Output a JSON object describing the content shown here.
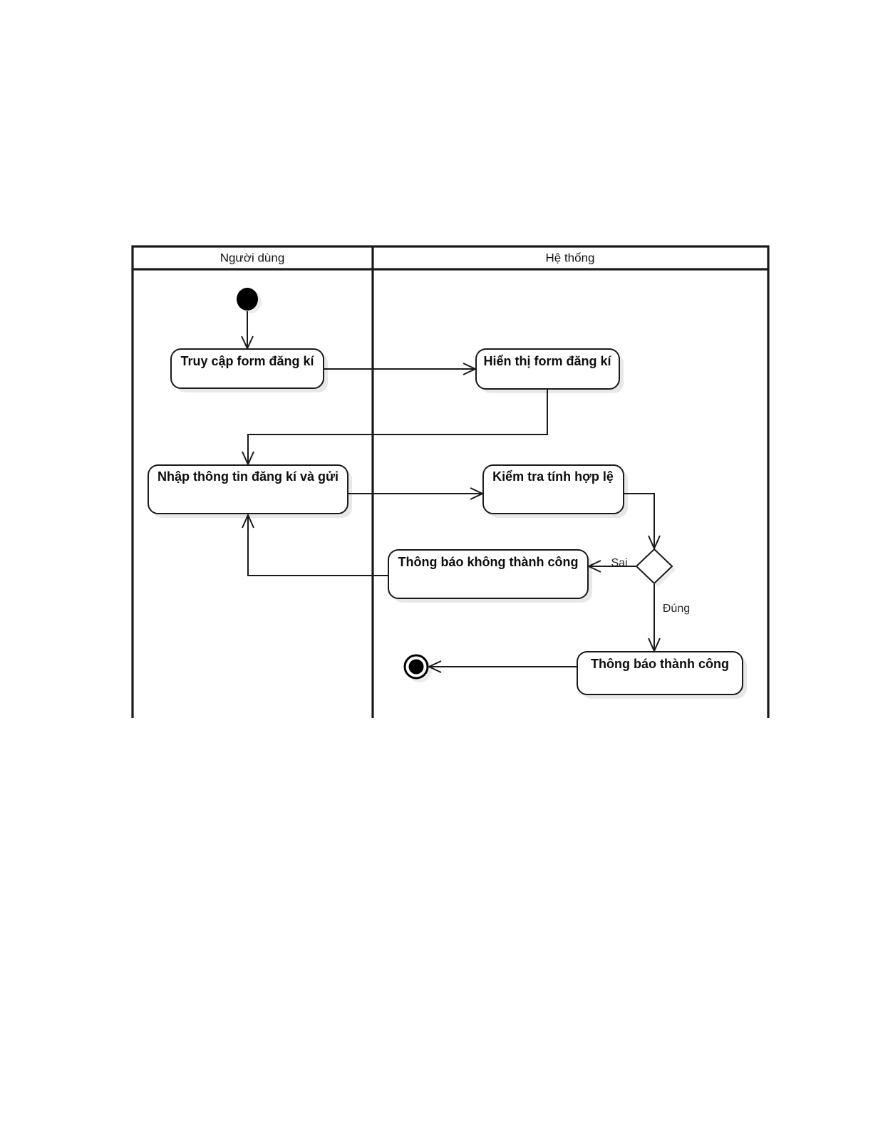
{
  "diagram": {
    "type": "uml-activity-diagram",
    "lanes": [
      {
        "id": "user",
        "title": "Người dùng"
      },
      {
        "id": "system",
        "title": "Hệ thống"
      }
    ],
    "nodes": {
      "start": {
        "kind": "initial-node",
        "lane": "user"
      },
      "a1": {
        "kind": "activity",
        "lane": "user",
        "label": "Truy cập form đăng kí"
      },
      "a2": {
        "kind": "activity",
        "lane": "system",
        "label": "Hiển thị form đăng kí"
      },
      "a3": {
        "kind": "activity",
        "lane": "user",
        "label": "Nhập thông tin đăng kí và gửi"
      },
      "a4": {
        "kind": "activity",
        "lane": "system",
        "label": "Kiểm tra tính hợp lệ"
      },
      "d1": {
        "kind": "decision",
        "lane": "system",
        "label": ""
      },
      "a5": {
        "kind": "activity",
        "lane": "system",
        "label": "Thông báo không thành công"
      },
      "a6": {
        "kind": "activity",
        "lane": "system",
        "label": "Thông báo thành công"
      },
      "final": {
        "kind": "final-node",
        "lane": "system"
      }
    },
    "edges": [
      {
        "from": "start",
        "to": "a1",
        "label": ""
      },
      {
        "from": "a1",
        "to": "a2",
        "label": ""
      },
      {
        "from": "a2",
        "to": "a3",
        "label": ""
      },
      {
        "from": "a3",
        "to": "a4",
        "label": ""
      },
      {
        "from": "a4",
        "to": "d1",
        "label": ""
      },
      {
        "from": "d1",
        "to": "a5",
        "label": "Sai"
      },
      {
        "from": "d1",
        "to": "a6",
        "label": "Đúng"
      },
      {
        "from": "a5",
        "to": "a3",
        "label": ""
      },
      {
        "from": "a6",
        "to": "final",
        "label": ""
      }
    ],
    "labels": {
      "branch_false": "Sai",
      "branch_true": "Đúng"
    },
    "colors": {
      "stroke": "#1a1a1a",
      "fill": "#ffffff",
      "shadow": "#e8e8e8",
      "text": "#0d0d0d",
      "background": "#ffffff"
    }
  }
}
